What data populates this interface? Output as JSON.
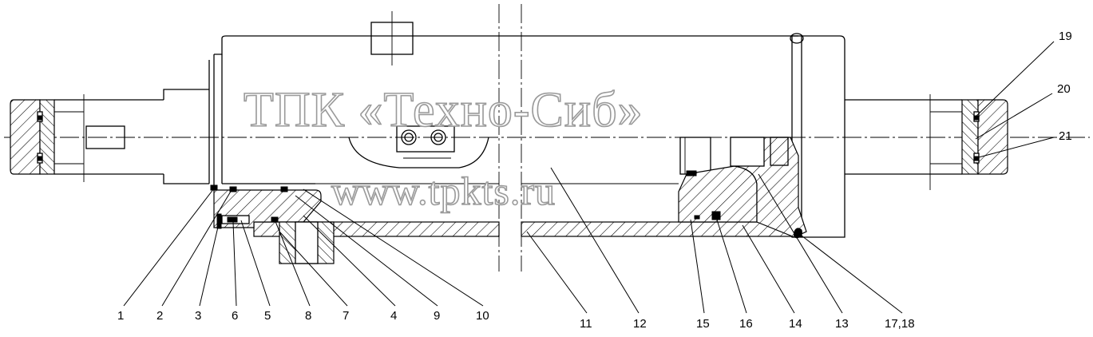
{
  "watermark": {
    "line1": "ТПК «Техно-Сиб»",
    "line2": "www.tpkts.ru"
  },
  "labels": [
    {
      "id": "1",
      "text": "1"
    },
    {
      "id": "2",
      "text": "2"
    },
    {
      "id": "3",
      "text": "3"
    },
    {
      "id": "6",
      "text": "6"
    },
    {
      "id": "5",
      "text": "5"
    },
    {
      "id": "8",
      "text": "8"
    },
    {
      "id": "7",
      "text": "7"
    },
    {
      "id": "4",
      "text": "4"
    },
    {
      "id": "9",
      "text": "9"
    },
    {
      "id": "10",
      "text": "10"
    },
    {
      "id": "11",
      "text": "11"
    },
    {
      "id": "12",
      "text": "12"
    },
    {
      "id": "15",
      "text": "15"
    },
    {
      "id": "16",
      "text": "16"
    },
    {
      "id": "14",
      "text": "14"
    },
    {
      "id": "13",
      "text": "13"
    },
    {
      "id": "17-18",
      "text": "17,18"
    },
    {
      "id": "19",
      "text": "19"
    },
    {
      "id": "20",
      "text": "20"
    },
    {
      "id": "21",
      "text": "21"
    }
  ]
}
